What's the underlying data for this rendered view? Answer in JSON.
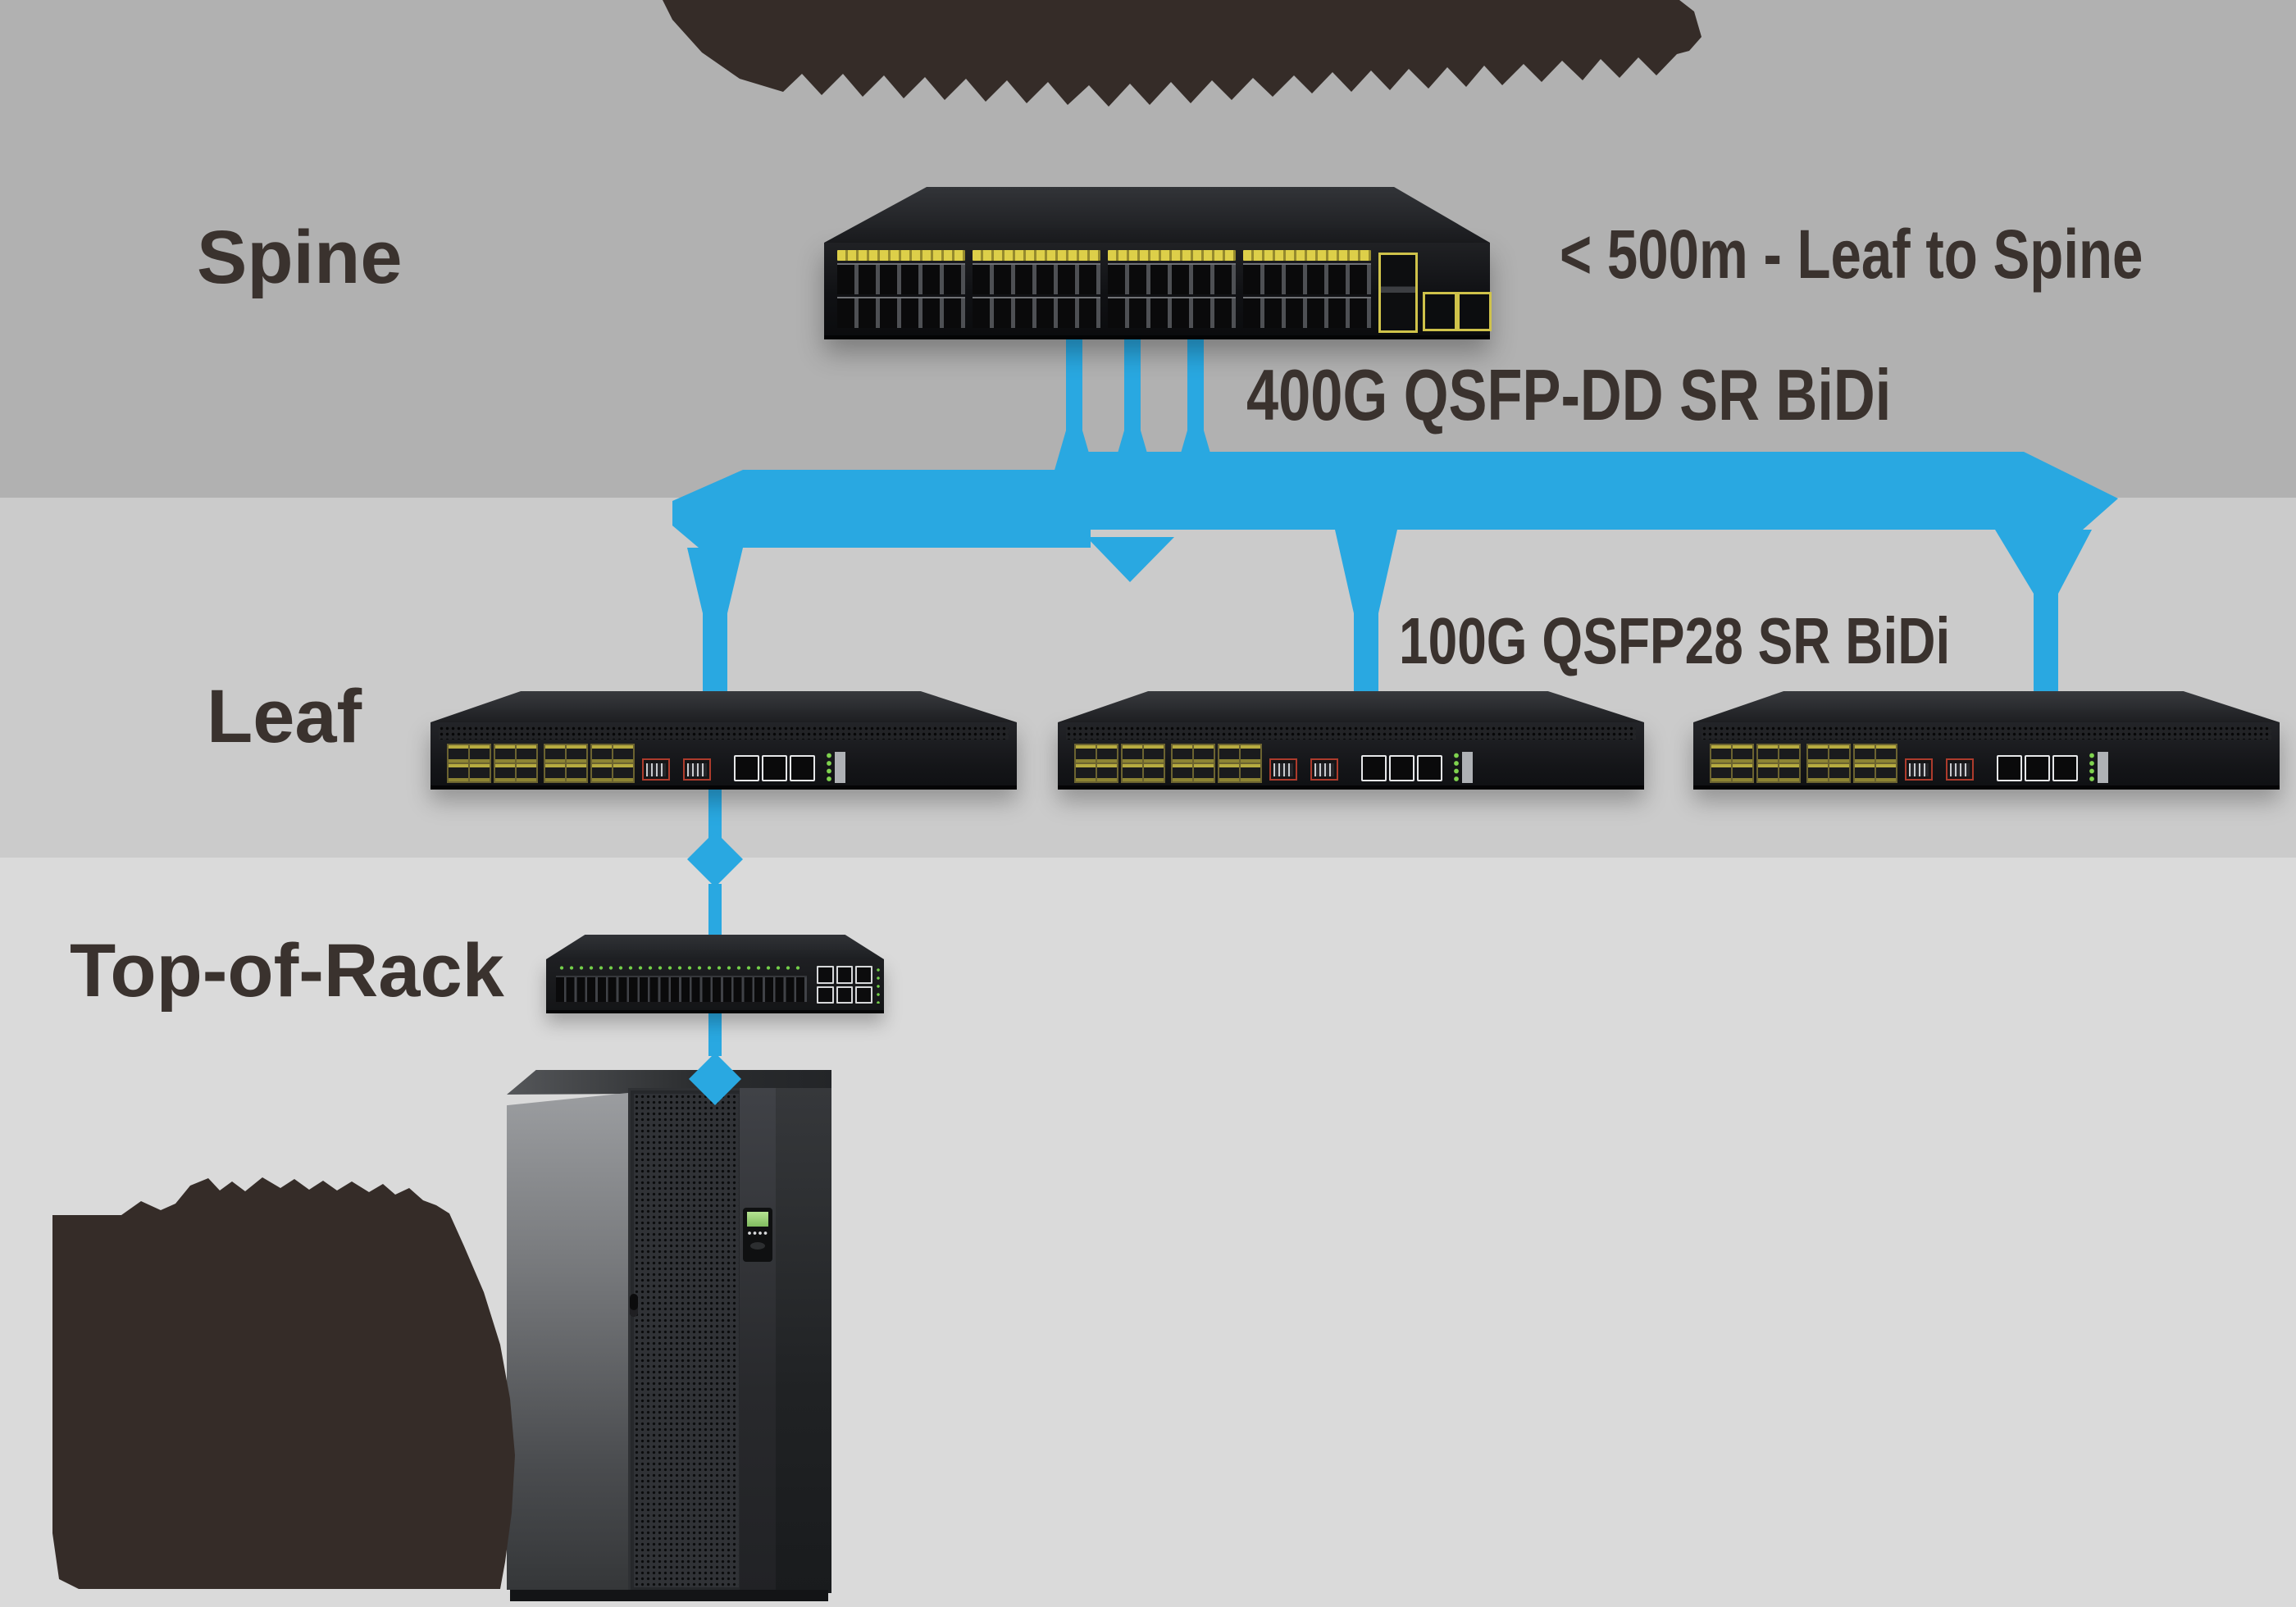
{
  "labels": {
    "spine": "Spine",
    "leaf": "Leaf",
    "top_of_rack": "Top-of-Rack"
  },
  "annotations": {
    "leaf_to_spine_distance": "< 500m - Leaf to Spine",
    "spine_leaf_link": "400G QSFP-DD SR BiDi",
    "leaf_downlink": "100G QSFP28 SR BiDi"
  },
  "colors": {
    "link_blue": "#29A8E1",
    "text_dark": "#3A322E",
    "band_spine": "#B1B1B1",
    "band_leaf": "#CBCBCB",
    "band_bottom": "#DADADA",
    "blob_dark": "#352C28",
    "port_label_yellow": "#DDCF49",
    "led_green": "#7FD34E"
  },
  "devices": {
    "spine": "spine-switch",
    "leaf": [
      "leaf-switch-1",
      "leaf-switch-2",
      "leaf-switch-3"
    ],
    "top_of_rack": "tor-switch",
    "rack": "server-rack"
  }
}
